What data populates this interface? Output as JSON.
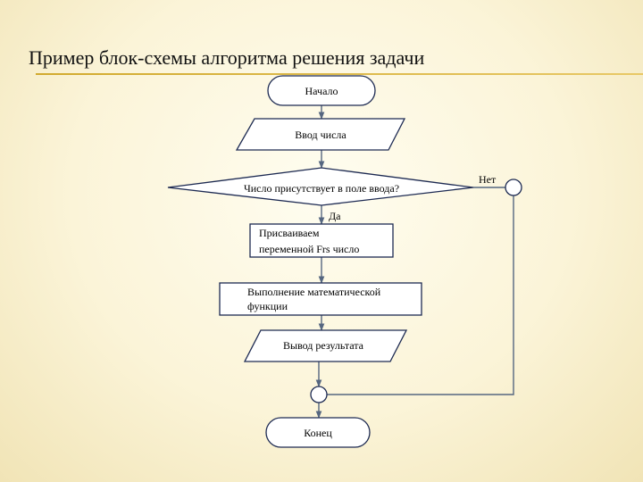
{
  "slide": {
    "title": "Пример блок-схемы алгоритма решения задачи"
  },
  "flowchart": {
    "start": "Начало",
    "input": "Ввод числа",
    "decision": "Число присутствует в поле ввода?",
    "yes_label": "Да",
    "no_label": "Нет",
    "assign_line1": "Присваиваем",
    "assign_line2": "переменной Frs число",
    "compute_line1": "Выполнение математической",
    "compute_line2": "функции",
    "output": "Вывод результата",
    "end": "Конец"
  },
  "colors": {
    "accent_rule": "#d1aa2e",
    "shape_stroke": "#1d2a52",
    "connector": "#556680",
    "background": "#fbf4d8"
  }
}
